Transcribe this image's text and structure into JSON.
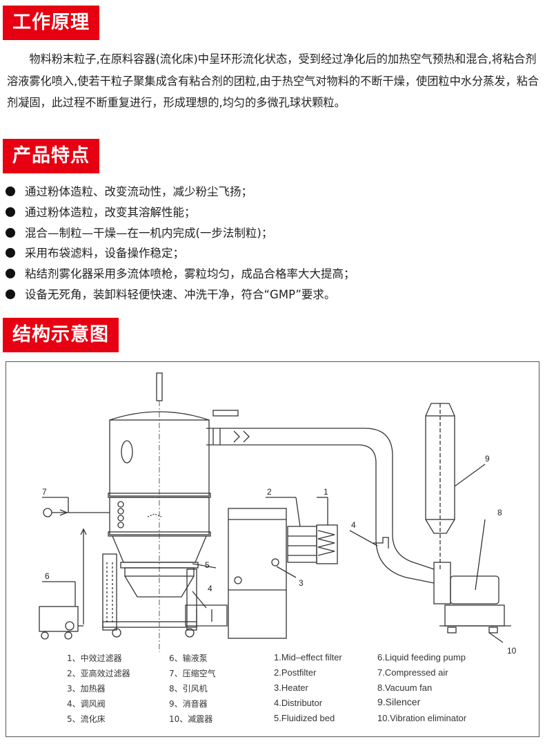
{
  "sections": {
    "principle_title": "工作原理",
    "features_title": "产品特点",
    "structure_title": "结构示意图"
  },
  "principle_text": "物料粉末粒子,在原料容器(流化床)中呈环形流化状态，受到经过净化后的加热空气预热和混合,将粘合剂溶液雾化喷入,使若干粒子聚集成含有粘合剂的团粒,由于热空气对物料的不断干燥，使团粒中水分蒸发，粘合剂凝固，此过程不断重复进行，形成理想的,均匀的多微孔球状颗粒。",
  "features": [
    "通过粉体造粒、改变流动性，减少粉尘飞扬；",
    "通过粉体造粒，改变其溶解性能；",
    "混合—制粒—干燥—在一机内完成(一步法制粒)；",
    "采用布袋滤料，设备操作稳定；",
    "粘结剂雾化器采用多流体喷枪，雾粒均匀，成品合格率大大提高；",
    "设备无死角，装卸料轻便快速、冲洗干净，符合“GMP”要求。"
  ],
  "callouts": [
    "1",
    "2",
    "3",
    "4",
    "4",
    "5",
    "6",
    "7",
    "8",
    "9",
    "10"
  ],
  "legend_cn": [
    [
      "1、中效过滤器",
      "6、输液泵"
    ],
    [
      "2、亚高效过滤器",
      "7、压缩空气"
    ],
    [
      "3、加热器",
      "8、引风机"
    ],
    [
      "4、调风阀",
      "9、消音器"
    ],
    [
      "5、流化床",
      "10、减震器"
    ]
  ],
  "legend_en": [
    [
      "1.Mid–effect filter",
      "6.Liquid feeding pump"
    ],
    [
      "2.Postfilter",
      "7.Compressed air"
    ],
    [
      "3.Heater",
      "8.Vacuum fan"
    ],
    [
      "4.Distributor",
      "9.Silencer"
    ],
    [
      "5.Fluidized bed",
      "10.Vibration eliminator"
    ]
  ],
  "colors": {
    "accent": "#e60012",
    "line": "#333333"
  }
}
